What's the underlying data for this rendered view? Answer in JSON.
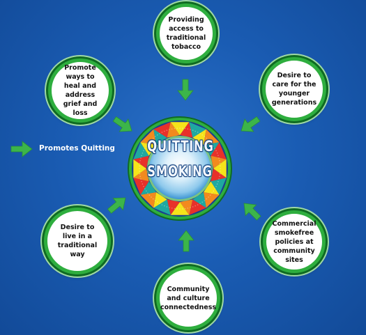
{
  "center": {
    "line1": "QUITTING",
    "line2": "SMOKING"
  },
  "legend": {
    "label": "Promotes Quitting"
  },
  "factors": {
    "top": "Providing access to traditional tobacco",
    "top_left": "Promote ways to heal and address grief and loss",
    "top_right": "Desire to care for the younger generations",
    "bottom_left": "Desire to live in a traditional way",
    "bottom_right": "Commercial smokefree policies at community sites",
    "bottom": "Community and culture connectedness"
  },
  "colors": {
    "background": "#1a5cb3",
    "arrow": "#3cb54a",
    "node_border": "#2eae3e",
    "ring_red": "#e8312a",
    "ring_yellow": "#f5e41a",
    "ring_teal": "#1fa8a0",
    "ring_orange": "#f28a1e",
    "ring_navy": "#1b3f8f"
  },
  "icons": {
    "arrow": "right-arrow-icon"
  }
}
